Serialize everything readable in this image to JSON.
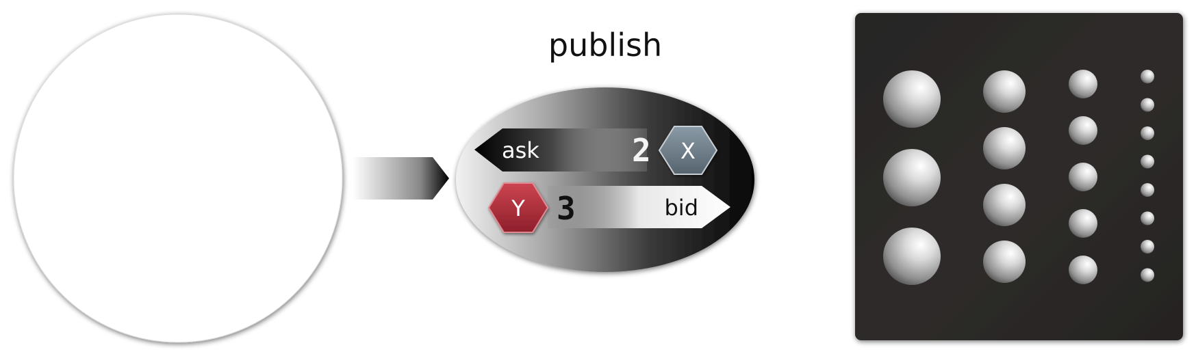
{
  "title": "publish",
  "ask": {
    "label": "ask",
    "quantity": "2",
    "token": "X"
  },
  "bid": {
    "label": "bid",
    "quantity": "3",
    "token": "Y"
  },
  "colors": {
    "panel": "#2a2827",
    "token_x": "#6e7e8a",
    "token_y": "#b0303c",
    "ink": "#111111"
  },
  "order_book": {
    "columns": [
      {
        "count": 3,
        "size": "large"
      },
      {
        "count": 4,
        "size": "medium"
      },
      {
        "count": 5,
        "size": "small"
      },
      {
        "count": 8,
        "size": "tiny"
      }
    ]
  }
}
